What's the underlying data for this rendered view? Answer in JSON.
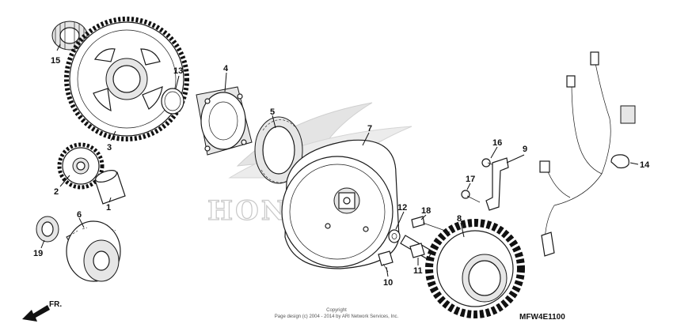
{
  "parts": {
    "p1": "1",
    "p2": "2",
    "p3": "3",
    "p4": "4",
    "p5": "5",
    "p6": "6",
    "p7": "7",
    "p8": "8",
    "p9": "9",
    "p10": "10",
    "p11": "11",
    "p12": "12",
    "p13": "13",
    "p14": "14",
    "p15": "15",
    "p16": "16",
    "p17": "17",
    "p18": "18",
    "p19": "19"
  },
  "watermark": "HONDA",
  "copyright_line1": "Copyright",
  "copyright_line2": "Page design (c) 2004 - 2014 by ARI Network Services, Inc.",
  "diagram_code": "MFW4E1100",
  "direction_label": "FR."
}
